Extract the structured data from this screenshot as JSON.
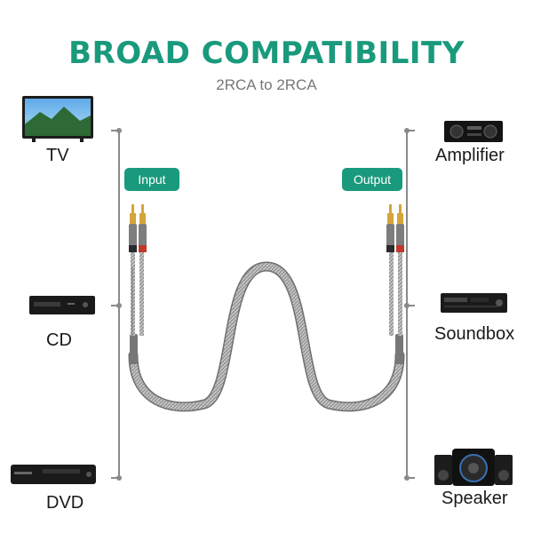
{
  "header": {
    "title": "BROAD COMPATIBILITY",
    "subtitle": "2RCA to 2RCA"
  },
  "badges": {
    "input": "Input",
    "output": "Output"
  },
  "devices_left": [
    {
      "label": "TV",
      "icon": "tv-icon"
    },
    {
      "label": "CD",
      "icon": "cd-player-icon"
    },
    {
      "label": "DVD",
      "icon": "dvd-player-icon"
    }
  ],
  "devices_right": [
    {
      "label": "Amplifier",
      "icon": "amplifier-icon"
    },
    {
      "label": "Soundbox",
      "icon": "soundbox-icon"
    },
    {
      "label": "Speaker",
      "icon": "speaker-icon"
    }
  ],
  "colors": {
    "accent": "#1a9a7c",
    "cable": "#8c8c8c",
    "connector_red": "#c0392b"
  }
}
